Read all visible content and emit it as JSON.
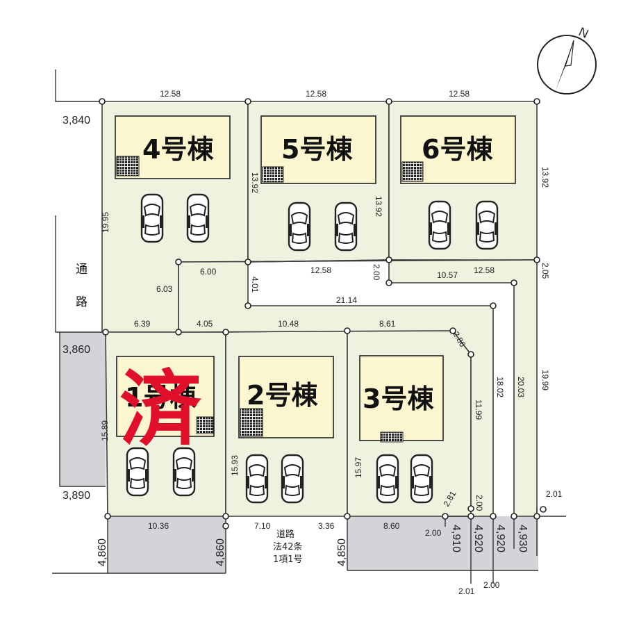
{
  "compass": {
    "label": "N"
  },
  "houses": [
    {
      "id": 4,
      "label": "4号棟"
    },
    {
      "id": 5,
      "label": "5号棟"
    },
    {
      "id": 6,
      "label": "6号棟"
    },
    {
      "id": 1,
      "label": "1号棟"
    },
    {
      "id": 2,
      "label": "2号棟"
    },
    {
      "id": 3,
      "label": "3号棟"
    }
  ],
  "sold_mark": "済",
  "side_road": [
    "通",
    "路"
  ],
  "front_road": {
    "line1": "道路",
    "line2": "法42条",
    "line3": "1項1号"
  },
  "dims": {
    "top_4": "12.58",
    "top_5": "12.58",
    "top_6": "12.58",
    "left_upper": "19.95",
    "lot5_left": "13.92",
    "lot5_right": "13.92",
    "right_upper": "13.92",
    "mid_5": "12.58",
    "mid_6": "12.58",
    "d_6_00": "6.00",
    "d_6_03": "6.03",
    "d_4_01": "4.01",
    "d_2_00": "2.00",
    "d_2_05": "2.05",
    "d_10_57": "10.57",
    "d_21_14": "21.14",
    "d_6_39": "6.39",
    "d_4_05": "4.05",
    "d_10_48": "10.48",
    "d_8_61": "8.61",
    "d_2_86": "2.86",
    "d_15_89": "15.89",
    "d_15_93": "15.93",
    "d_15_97": "15.97",
    "d_11_99": "11.99",
    "d_18_02": "18.02",
    "d_20_03": "20.03",
    "d_19_99": "19.99",
    "d_2_81": "2.81",
    "d_2_00_b": "2.00",
    "d_2_01_r": "2.01",
    "b_10_36": "10.36",
    "b_7_10": "7.10",
    "b_3_36": "3.36",
    "b_8_60": "8.60",
    "b_2_00": "2.00",
    "b_2_01": "2.01",
    "b_2_00_2": "2.00",
    "lvl_3840": "3,840",
    "lvl_3860": "3,860",
    "lvl_3890": "3,890",
    "lvl_4860_a": "4,860",
    "lvl_4860_b": "4,860",
    "lvl_4850": "4,850",
    "lvl_4910": "4,910",
    "lvl_4920_a": "4,920",
    "lvl_4920_b": "4,920",
    "lvl_4930": "4,930"
  },
  "colors": {
    "lot": "#eef3df",
    "house": "#fbf6cf",
    "road": "#d3d4d8",
    "sold": "#e0102a"
  }
}
